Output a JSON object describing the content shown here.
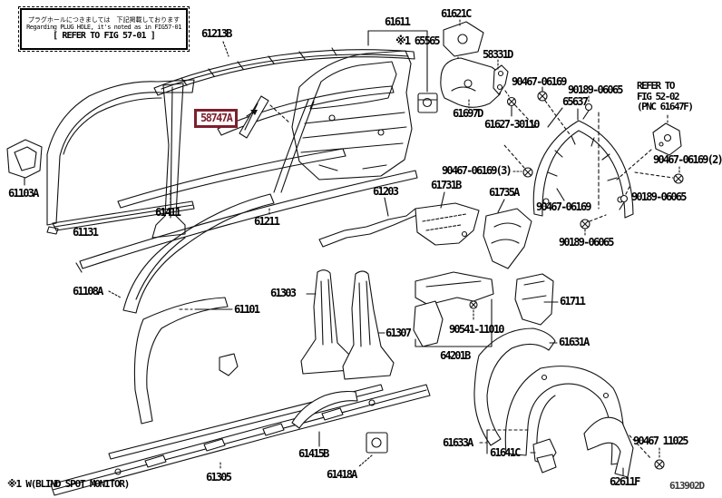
{
  "note_box": {
    "line1_jp": "プラグホールにつきましては　下記掲載しております",
    "line2_en": "Regarding PLUG HOLE, it's noted as in FIG57-01",
    "line3": "[ REFER TO FIG 57-01 ]"
  },
  "refer_note": [
    "REFER TO",
    "FIG 52-02",
    "(PNC 61647F)"
  ],
  "highlight": {
    "text": "58747A",
    "color": "#7d1f2d"
  },
  "part_labels": [
    "61213B",
    "61611",
    "※1 65565",
    "61621C",
    "58331D",
    "90467-06169",
    "90189-06065",
    "61697D",
    "61627-30110",
    "65637",
    "90467-06169(3)",
    "90467-06169(2)",
    "90189-06065",
    "90467-06169",
    "90189-06065",
    "61103A",
    "61411",
    "61131",
    "61211",
    "61203",
    "61731B",
    "61735A",
    "61108A",
    "61303",
    "61101",
    "61307",
    "90541-11010",
    "64201B",
    "61711",
    "61631A",
    "61305",
    "61415B",
    "61418A",
    "61633A",
    "61641C",
    "90467 11025",
    "62611F"
  ],
  "footnote": "※1 W(BLIND SPOT MONITOR)",
  "diagram_code": "613902D"
}
